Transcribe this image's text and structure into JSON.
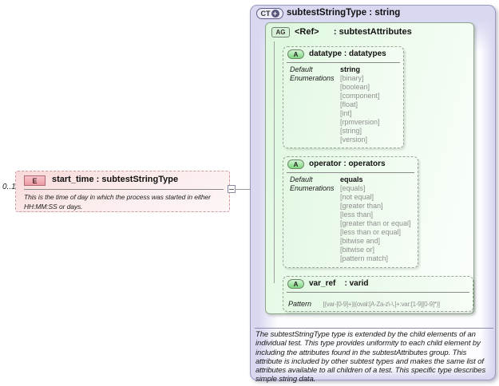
{
  "element": {
    "cardinality": "0..1",
    "badge": "E",
    "title": "start_time : subtestStringType",
    "doc": "This is the time of day in which the process was started in either HH:MM:SS or days."
  },
  "complex_type": {
    "badge": "CT",
    "expand_icon": "+",
    "title": "subtestStringType : string",
    "attribute_group": {
      "badge": "AG",
      "title": "<Ref>      : subtestAttributes",
      "attributes": [
        {
          "badge": "A",
          "title": "datatype : datatypes",
          "default_label": "Default",
          "enumerations_label": "Enumerations",
          "default": "string",
          "enumerations": [
            "[binary]",
            "[boolean]",
            "[component]",
            "[float]",
            "[int]",
            "[rpmversion]",
            "[string]",
            "[version]"
          ]
        },
        {
          "badge": "A",
          "title": "operator : operators",
          "default_label": "Default",
          "enumerations_label": "Enumerations",
          "default": "equals",
          "enumerations": [
            "[equals]",
            "[not equal]",
            "[greater than]",
            "[less than]",
            "[greater than or equal]",
            "[less than or equal]",
            "[bitwise and]",
            "[bitwise or]",
            "[pattern match]"
          ]
        },
        {
          "badge": "A",
          "title": "var_ref    : varid",
          "pattern_label": "Pattern",
          "pattern": "[(var-[0-9]+)|(oval:[A-Za-z\\-\\.]+:var:[1-9][0-9]*)]"
        }
      ]
    },
    "doc": "The subtestStringType type is extended by the child elements of an individual test.  This type provides uniformity to each child element by including the attributes found in the subtestAttributes group.  This attribute is included by other subtest types and makes the same list of attributes available to all children of a test.  This specific type describes simple string data."
  },
  "colors": {
    "lavender": "#d8d8f1",
    "green_light": "#e3f8e3",
    "pink_light": "#f8d8d8",
    "badge_green": "#7fd77f",
    "enum_text": "#8f8f8f",
    "connector": "#999999"
  }
}
